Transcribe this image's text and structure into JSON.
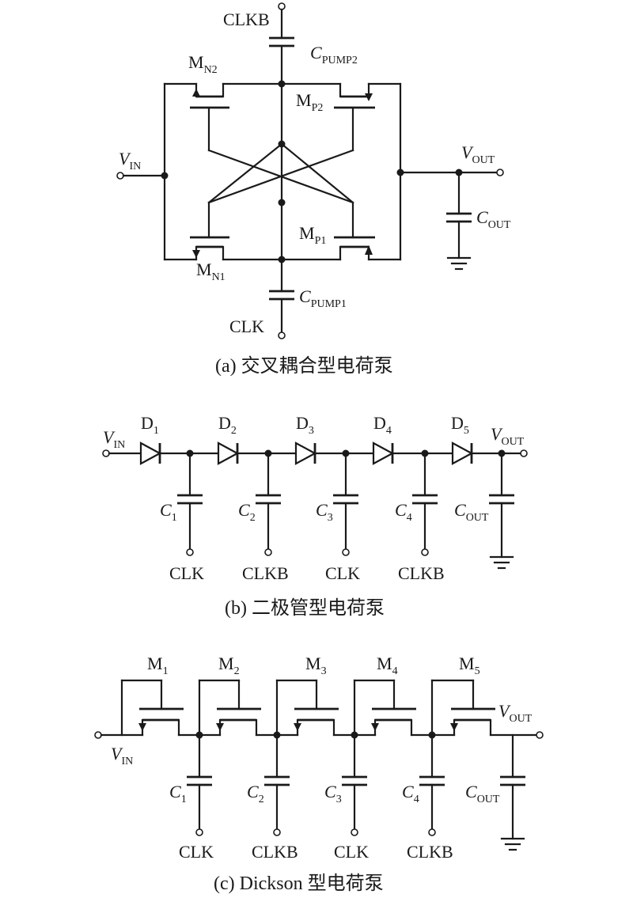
{
  "diagram_a": {
    "caption": "(a) 交叉耦合型电荷泵",
    "clkb": "CLKB",
    "clk": "CLK",
    "c_pump2": {
      "main": "C",
      "sub": "PUMP2"
    },
    "c_pump1": {
      "main": "C",
      "sub": "PUMP1"
    },
    "m_n2": {
      "main": "M",
      "sub": "N2"
    },
    "m_n1": {
      "main": "M",
      "sub": "N1"
    },
    "m_p2": {
      "main": "M",
      "sub": "P2"
    },
    "m_p1": {
      "main": "M",
      "sub": "P1"
    },
    "v_in": {
      "main": "V",
      "sub": "IN"
    },
    "v_out": {
      "main": "V",
      "sub": "OUT"
    },
    "c_out": {
      "main": "C",
      "sub": "OUT"
    }
  },
  "diagram_b": {
    "caption": "(b) 二极管型电荷泵",
    "v_in": {
      "main": "V",
      "sub": "IN"
    },
    "v_out": {
      "main": "V",
      "sub": "OUT"
    },
    "c_out": {
      "main": "C",
      "sub": "OUT"
    },
    "diodes": [
      {
        "main": "D",
        "sub": "1"
      },
      {
        "main": "D",
        "sub": "2"
      },
      {
        "main": "D",
        "sub": "3"
      },
      {
        "main": "D",
        "sub": "4"
      },
      {
        "main": "D",
        "sub": "5"
      }
    ],
    "caps": [
      {
        "main": "C",
        "sub": "1"
      },
      {
        "main": "C",
        "sub": "2"
      },
      {
        "main": "C",
        "sub": "3"
      },
      {
        "main": "C",
        "sub": "4"
      }
    ],
    "clocks": [
      "CLK",
      "CLKB",
      "CLK",
      "CLKB"
    ]
  },
  "diagram_c": {
    "caption": "(c) Dickson 型电荷泵",
    "v_in": {
      "main": "V",
      "sub": "IN"
    },
    "v_out": {
      "main": "V",
      "sub": "OUT"
    },
    "c_out": {
      "main": "C",
      "sub": "OUT"
    },
    "transistors": [
      {
        "main": "M",
        "sub": "1"
      },
      {
        "main": "M",
        "sub": "2"
      },
      {
        "main": "M",
        "sub": "3"
      },
      {
        "main": "M",
        "sub": "4"
      },
      {
        "main": "M",
        "sub": "5"
      }
    ],
    "caps": [
      {
        "main": "C",
        "sub": "1"
      },
      {
        "main": "C",
        "sub": "2"
      },
      {
        "main": "C",
        "sub": "3"
      },
      {
        "main": "C",
        "sub": "4"
      }
    ],
    "clocks": [
      "CLK",
      "CLKB",
      "CLK",
      "CLKB"
    ]
  }
}
